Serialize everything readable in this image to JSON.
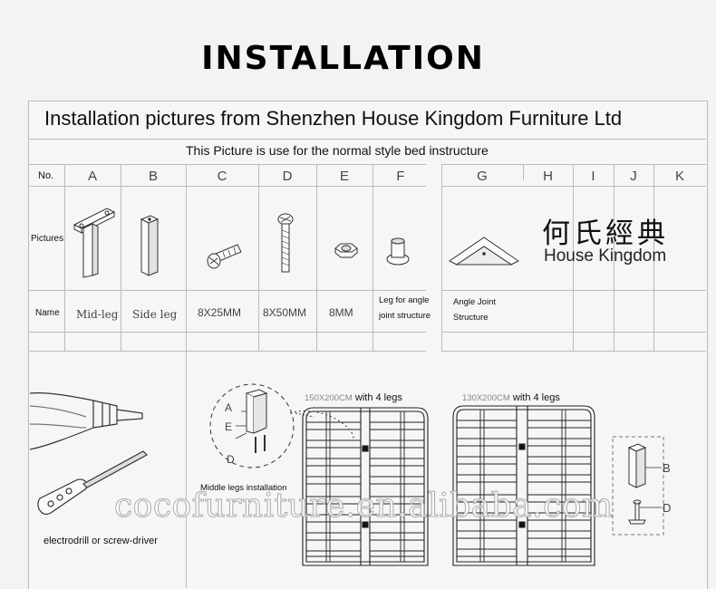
{
  "heading": "INSTALLATION",
  "title": "Installation pictures from Shenzhen House Kingdom Furniture Ltd",
  "subtitle": "This Picture is use for the normal style bed instructure",
  "table": {
    "no_label": "No.",
    "columns": [
      "A",
      "B",
      "C",
      "D",
      "E",
      "F",
      "G",
      "H",
      "I",
      "J",
      "K"
    ],
    "row_labels": {
      "pictures": "Pictures",
      "name": "Name"
    },
    "names": {
      "A": "Mid-leg",
      "B": "Side leg",
      "C": "8X25MM",
      "D": "8X50MM",
      "E": "8MM",
      "F": [
        "Leg for angle",
        "joint structure"
      ],
      "G": [
        "Angle Joint",
        "Structure"
      ]
    }
  },
  "logo": {
    "chinese": "何氏經典",
    "english": "House Kingdom"
  },
  "tools_caption": "electrodrill or screw-driver",
  "middle_legs": {
    "caption": "Middle legs installation",
    "labels": [
      "A",
      "E",
      "D"
    ]
  },
  "frames": [
    {
      "size": "150X200CM",
      "note": "with 4 legs"
    },
    {
      "size": "130X200CM",
      "note": "with 4 legs"
    }
  ],
  "side_leg_labels": [
    "B",
    "D"
  ],
  "watermark": "cocofurniture.en.alibaba.com"
}
